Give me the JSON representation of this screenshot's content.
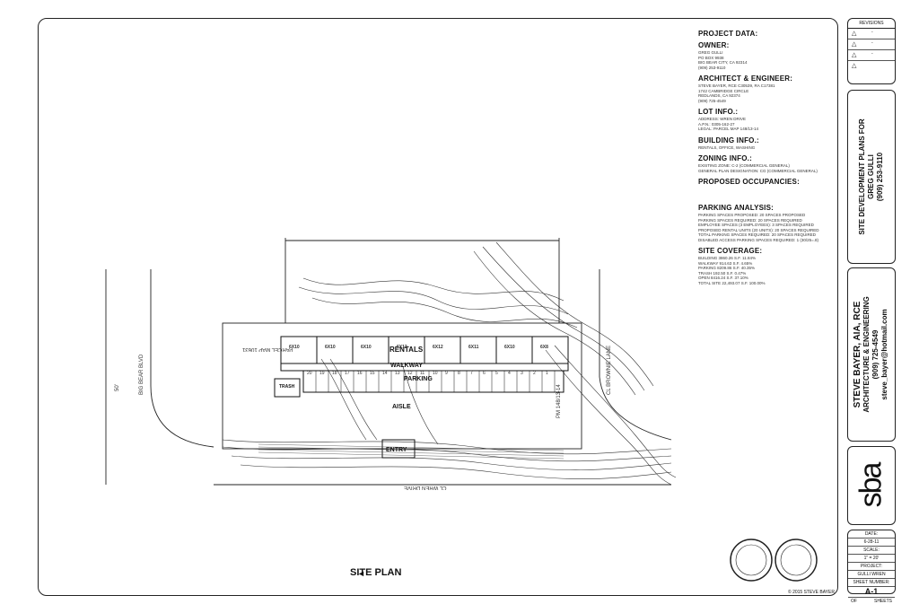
{
  "notes": {
    "project_data": "PROJECT DATA:",
    "owner": {
      "heading": "OWNER:",
      "lines": [
        "GREG GULLI",
        "PO BOX 9938",
        "BIG BEAR CITY, CA 92314",
        "(909) 253-9110"
      ]
    },
    "architect": {
      "heading": "ARCHITECT & ENGINEER:",
      "lines": [
        "STEVE BAYER, RCE C30539, RA C17381",
        "1742 CAMBRIDGE CIRCLE",
        "REDLANDS, CA 92374",
        "(909) 725-4549"
      ]
    },
    "lot": {
      "heading": "LOT INFO.:",
      "lines": [
        "ADDRESS:        WREN DRIVE",
        "A.P.N.:        0305-162-27",
        "LEGAL:        PARCEL MAP 148/13-14"
      ]
    },
    "building": {
      "heading": "BUILDING INFO.:",
      "lines": [
        "RENTALS, OFFICE, WASHING"
      ]
    },
    "zoning": {
      "heading": "ZONING INFO.:",
      "lines": [
        "EXISTING ZONE: C-2 (COMMERCIAL GENERAL)",
        "GENERAL PLAN DESIGNATION: CG (COMMERCIAL GENERAL)"
      ]
    },
    "occupancies": {
      "heading": "PROPOSED OCCUPANCIES:"
    },
    "parking": {
      "heading": "PARKING ANALYSIS:",
      "lines": [
        "PARKING SPACES PROPOSED:        20 SPACES PROPOSED",
        "PARKING SPACES REQUIRED:        20 SPACES REQUIRED",
        "EMPLOYEE SPACES (3 EMPLOYEES):        3 SPACES REQUIRED",
        "PROPOSED RENTAL UNITS (20 UNITS):        20 SPACES REQUIRED",
        "TOTAL PARKING SPACES REQUIRED:        20 SPACES REQUIRED",
        "DISABLED ACCESS PARKING SPACES REQUIRED: 1 (30/25=.8)"
      ]
    },
    "coverage": {
      "heading": "SITE COVERAGE:",
      "lines": [
        "BUILDING        3860.26 S.F.        11.84%",
        "WALKWAY        914.63 S.F.        4.65%",
        "PARKING        8209.86 S.F.        40.35%",
        "TRASH        192.50 S.F.        0.47%",
        "OPEN        8416.24 S.F.        37.10%",
        "TOTAL SITE        22,493.07 S.F.        100.00%"
      ]
    }
  },
  "plan": {
    "title": "SITE PLAN",
    "labels": {
      "rentals": "RENTALS",
      "walkway": "WALKWAY",
      "parking": "PARKING",
      "aisle": "AISLE",
      "entry": "ENTRY",
      "trash": "TRASH",
      "big_bear": "BIG BEAR BLVD",
      "wren": "CL WREN DRIVE",
      "browning": "CL BROWNIE LANE",
      "parcel_map": "PARCEL MAP 10631",
      "pm": "PM 148/13-14",
      "fifty": "50'",
      "unit_sizes": [
        "6X10",
        "6X10",
        "6X10",
        "6X12",
        "6X12",
        "6X11",
        "6X10",
        "6X8"
      ],
      "stall_numbers": [
        "20",
        "19",
        "18",
        "17",
        "16",
        "15",
        "14",
        "13",
        "12",
        "11",
        "10",
        "9",
        "8",
        "7",
        "6",
        "5",
        "4",
        "3",
        "2",
        "1"
      ]
    }
  },
  "titleblock": {
    "revisions": {
      "header": "REVISIONS",
      "rows": [
        "-",
        "-",
        "-"
      ]
    },
    "project": [
      "SITE DEVELOPMENT PLANS FOR",
      "GREG GULLI",
      "(909) 253-9110"
    ],
    "architect": [
      "STEVE BAYER, AIA, RCE",
      "ARCHITECTURE & ENGINEERING",
      "(909) 725-4549",
      "steve_bayer@hotmail.com"
    ],
    "logo": "sba",
    "info": {
      "date_label": "DATE:",
      "date": "6-28-11",
      "scale_label": "SCALE:",
      "scale": "1\" = 20'",
      "project_label": "PROJECT:",
      "project": "GULLI WREN",
      "sheet_label": "SHEET NUMBER:",
      "sheet": "A-1",
      "of": "OF",
      "sheets": "SHEETS"
    },
    "copyright": "© 2015 STEVE BAYER"
  },
  "colors": {
    "line": "#222222",
    "paper": "#ffffff"
  }
}
